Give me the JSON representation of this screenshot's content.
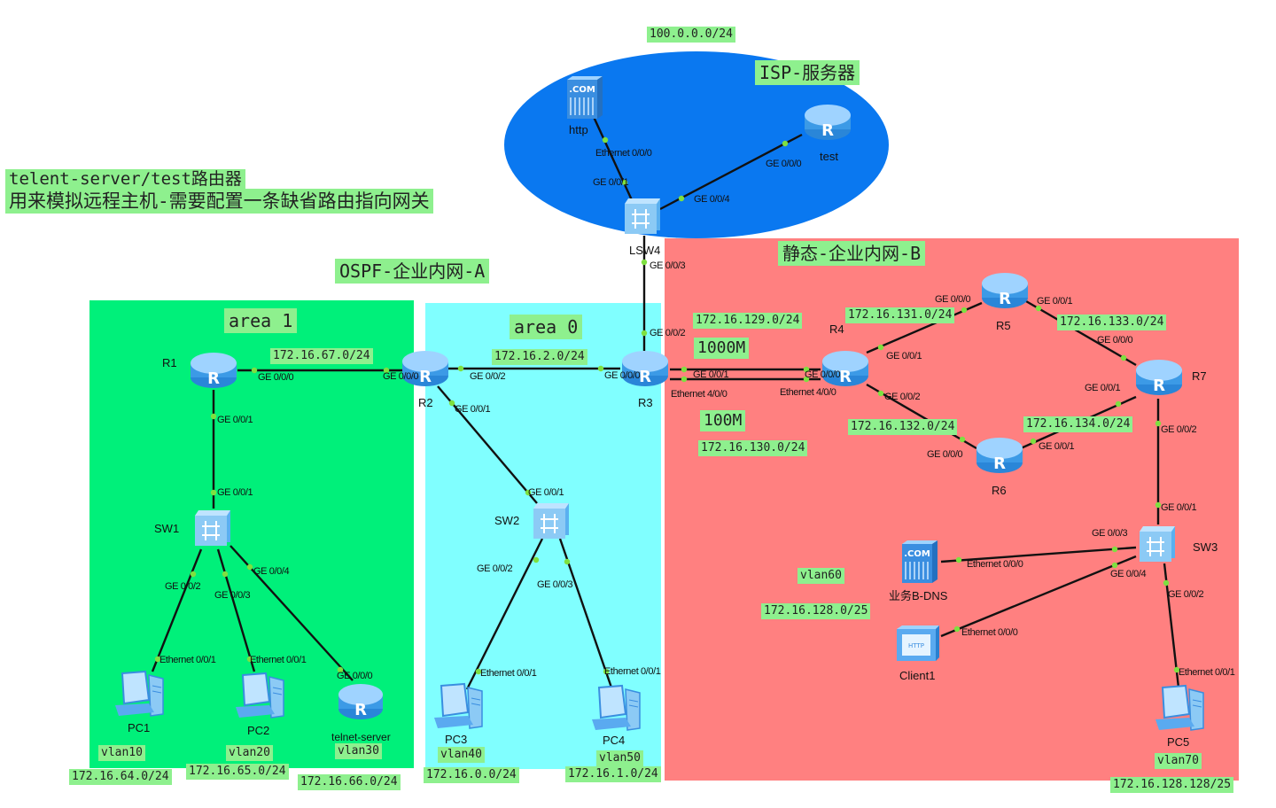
{
  "title": {
    "line1": "telent-server/test路由器",
    "line2": "用来模拟远程主机-需要配置一条缺省路由指向网关"
  },
  "zones": {
    "isp": "ISP-服务器",
    "ospf": "OSPF-企业内网-A",
    "area1": "area 1",
    "area0": "area 0",
    "static": "静态-企业内网-B"
  },
  "colors": {
    "isp_ellipse": "#0a78f0",
    "area1_bg": "#00f07a",
    "area0_bg": "#80ffff",
    "static_bg": "#ff8080",
    "label_bg": "#8ef08e",
    "link_dot": "#7ee040"
  },
  "networks": {
    "isp": "100.0.0.0/24",
    "r1_r2": "172.16.67.0/24",
    "r2_r3": "172.16.2.0/24",
    "r3_lsw4": "172.16.129.0/24",
    "speed_1000": "1000M",
    "speed_100": "100M",
    "r3_r4": "172.16.130.0/24",
    "r4_r5": "172.16.131.0/24",
    "r4_r6": "172.16.132.0/24",
    "r5_r7": "172.16.133.0/24",
    "r6_r7": "172.16.134.0/24",
    "vlan60_net": "172.16.128.0/25",
    "vlan70_net": "172.16.128.128/25",
    "vlan10_net": "172.16.64.0/24",
    "vlan20_net": "172.16.65.0/24",
    "vlan30_net": "172.16.66.0/24",
    "vlan40_net": "172.16.0.0/24",
    "vlan50_net": "172.16.1.0/24"
  },
  "vlans": {
    "v10": "vlan10",
    "v20": "vlan20",
    "v30": "vlan30",
    "v40": "vlan40",
    "v50": "vlan50",
    "v60": "vlan60",
    "v70": "vlan70"
  },
  "devices": {
    "http": "http",
    "test": "test",
    "lsw4": "LSW4",
    "r1": "R1",
    "r2": "R2",
    "r3": "R3",
    "r4": "R4",
    "r5": "R5",
    "r6": "R6",
    "r7": "R7",
    "sw1": "SW1",
    "sw2": "SW2",
    "sw3": "SW3",
    "pc1": "PC1",
    "pc2": "PC2",
    "pc3": "PC3",
    "pc4": "PC4",
    "pc5": "PC5",
    "telnet": "telnet-server",
    "dns": "业务B-DNS",
    "client1": "Client1",
    "com_label": ".COM"
  },
  "ports": {
    "http_eth": "Ethernet 0/0/0",
    "lsw4_g1": "GE 0/0/1",
    "lsw4_g4": "GE 0/0/4",
    "test_g0": "GE 0/0/0",
    "lsw4_g3": "GE 0/0/3",
    "r3_g2": "GE 0/0/2",
    "r1_g0": "GE 0/0/0",
    "r1_g1": "GE 0/0/1",
    "r2_g0": "GE 0/0/0",
    "r2_g2": "GE 0/0/2",
    "r2_g1": "GE 0/0/1",
    "r3_g0": "GE 0/0/0",
    "r3_g1": "GE 0/0/1",
    "r3_e4": "Ethernet 4/0/0",
    "r4_g0": "GE 0/0/0",
    "r4_e4": "Ethernet 4/0/0",
    "r4_g1": "GE 0/0/1",
    "r4_g2": "GE 0/0/2",
    "r5_g0": "GE 0/0/0",
    "r5_g1": "GE 0/0/1",
    "r7_g0": "GE 0/0/0",
    "r7_g1": "GE 0/0/1",
    "r7_g2": "GE 0/0/2",
    "r6_g0": "GE 0/0/0",
    "r6_g1": "GE 0/0/1",
    "sw1_g1": "GE 0/0/1",
    "sw1_g2": "GE 0/0/2",
    "sw1_g3": "GE 0/0/3",
    "sw1_g4": "GE 0/0/4",
    "pc1_eth": "Ethernet 0/0/1",
    "pc2_eth": "Ethernet 0/0/1",
    "telnet_g0": "GE 0/0/0",
    "sw2_g1": "GE 0/0/1",
    "sw2_g2": "GE 0/0/2",
    "sw2_g3": "GE 0/0/3",
    "pc3_eth": "Ethernet 0/0/1",
    "pc4_eth": "Ethernet 0/0/1",
    "sw3_g1": "GE 0/0/1",
    "sw3_g3": "GE 0/0/3",
    "sw3_g4": "GE 0/0/4",
    "sw3_g2": "GE 0/0/2",
    "dns_eth": "Ethernet 0/0/0",
    "client_eth": "Ethernet 0/0/0",
    "pc5_eth": "Ethernet 0/0/1"
  }
}
